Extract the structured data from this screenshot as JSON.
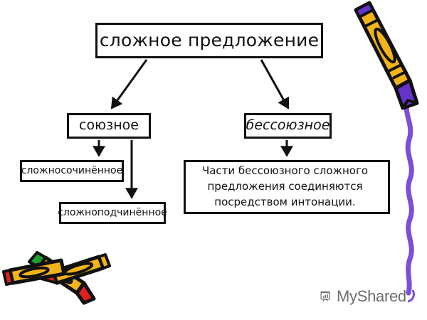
{
  "slide": {
    "title": "сложное предложение",
    "language": "ru"
  },
  "diagram": {
    "type": "tree",
    "root": {
      "id": "root",
      "label": "сложное предложение"
    },
    "level2": [
      {
        "id": "soyuznoe",
        "label": "союзное"
      },
      {
        "id": "bessoyuznoe",
        "label": "бессоюзное"
      }
    ],
    "level3": [
      {
        "id": "slozhnosochinennoe",
        "label": "сложносочинённое"
      },
      {
        "id": "slozhnopodchinennoe",
        "label": "сложноподчинённое"
      }
    ],
    "note": {
      "id": "intonation-note",
      "label": "Части бессоюзного сложного предложения соединяются посредством интонации."
    },
    "edges": [
      {
        "from": "root",
        "to": "soyuznoe",
        "style": "arrow-diagonal"
      },
      {
        "from": "root",
        "to": "bessoyuznoe",
        "style": "arrow-diagonal"
      },
      {
        "from": "soyuznoe",
        "to": "slozhnosochinennoe",
        "style": "arrow-vertical"
      },
      {
        "from": "soyuznoe",
        "to": "slozhnopodchinennoe",
        "style": "arrow-vertical"
      },
      {
        "from": "bessoyuznoe",
        "to": "intonation-note",
        "style": "arrow-vertical"
      }
    ]
  },
  "decorations": {
    "crayon_top_right": {
      "name": "purple-crayon",
      "body_color": "#F2B418",
      "tip_color": "#6633CC",
      "outline_color": "#111111"
    },
    "crayon_pair_bottom_left": {
      "name": "crossed-crayons",
      "body_color": "#F2B418",
      "tip_colors": [
        "#1F9E2E",
        "#E02020"
      ],
      "outline_color": "#111111"
    },
    "squiggle": {
      "name": "purple-squiggle",
      "color": "#7B4FD8"
    }
  },
  "watermark": {
    "brand": "MyShared",
    "icon": "presentation-chart-icon",
    "text_color": "#6D6D6D",
    "accent_color": "#7B4FD8"
  },
  "colors": {
    "background": "#FFFFFF",
    "line": "#111111",
    "crayon_yellow": "#F2B418",
    "purple": "#6633CC",
    "squiggle_purple": "#7B4FD8",
    "green": "#1F9E2E",
    "red": "#E02020"
  }
}
